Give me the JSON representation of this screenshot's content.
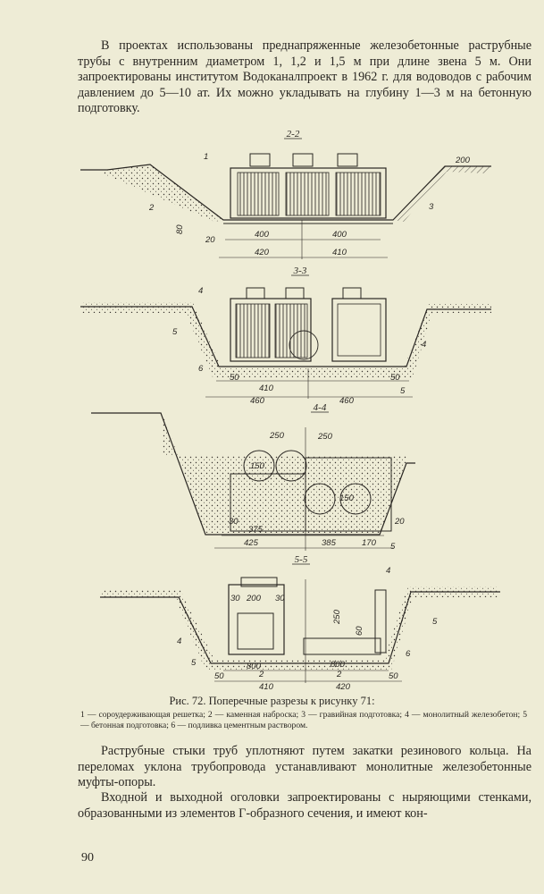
{
  "paragraphs": [
    "В проектах использованы преднапряженные железобетонные раструбные трубы с внутренним диаметром 1, 1,2 и 1,5 м при длине звена 5 м. Они запроектированы институтом Водоканалпроект в 1962 г. для водоводов с рабочим давлением до 5—10 ат. Их можно укладывать на глубину 1—3 м на бетонную подготовку.",
    "Раструбные стыки труб уплотняют путем закатки резинового кольца. На переломах уклона трубопровода устанавливают монолитные железобетонные муфты-опоры.",
    "Входной и выходной оголовки запроектированы с ныряющими стенками, образованными из элементов Г-образного сечения, и имеют кон-"
  ],
  "figure": {
    "sections": [
      {
        "title": "2-2",
        "callouts": [
          "1",
          "2",
          "3"
        ],
        "dims": [
          "200",
          "80",
          "20",
          "400",
          "400",
          "420",
          "410"
        ]
      },
      {
        "title": "3-3",
        "callouts": [
          "4",
          "5",
          "4",
          "6",
          "5"
        ],
        "dims": [
          "50",
          "410",
          "50",
          "460",
          "460"
        ]
      },
      {
        "title": "4-4",
        "callouts": [
          "5"
        ],
        "dims": [
          "250",
          "250",
          "150",
          "150",
          "30",
          "375",
          "20",
          "425",
          "170",
          "385"
        ]
      },
      {
        "title": "5-5",
        "callouts": [
          "4",
          "5",
          "4",
          "5",
          "6"
        ],
        "dims": [
          "200",
          "30",
          "30",
          "250",
          "60",
          "800",
          "800",
          "50",
          "2",
          "2",
          "50",
          "410",
          "420"
        ]
      }
    ],
    "caption_title": "Рис. 72. Поперечные разрезы к рисунку 71:",
    "caption_legend": "1 — сороудерживающая решетка; 2 — каменная наброска; 3 — гравийная подготовка; 4 — монолитный железобетон; 5 — бетонная подготовка; 6 — подливка цементным раствором."
  },
  "page_number": "90"
}
